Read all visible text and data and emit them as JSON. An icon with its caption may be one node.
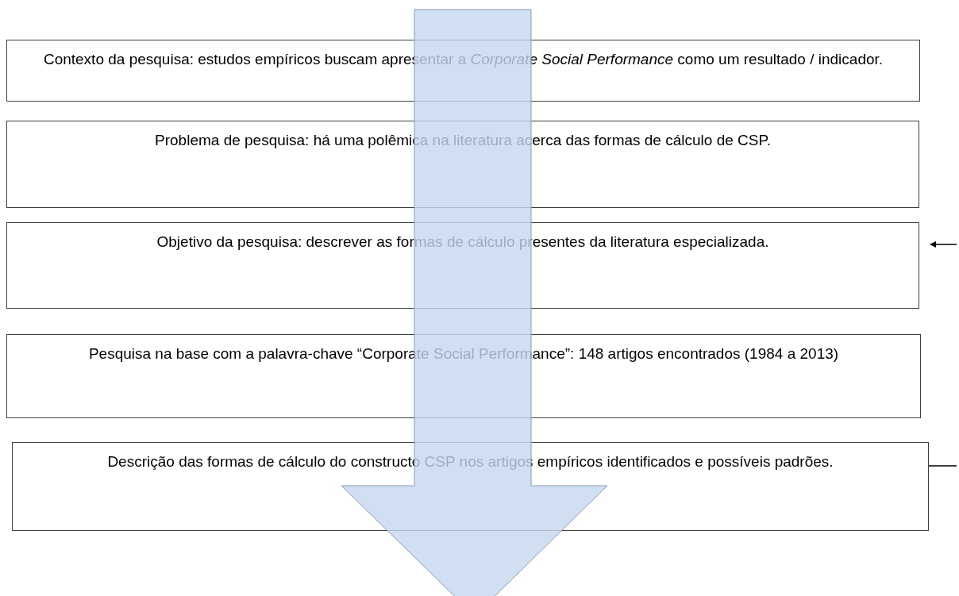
{
  "diagram": {
    "nodes": [
      {
        "text": [
          "Contexto da pesquisa: estudos empíricos buscam apresentar a *Corporate Social Performance* como um resultado / indicador."
        ]
      },
      {
        "text": [
          "Problema de pesquisa: há uma polêmica na literatura acerca das formas de cálculo de CSP."
        ]
      },
      {
        "text": [
          "Objetivo da pesquisa: descrever as formas de cálculo presentes da literatura especializada."
        ]
      },
      {
        "text": [
          "Pesquisa na base com a palavra-chave “Corporate Social Performance”: 148 artigos encontrados (1984 a 2013)"
        ]
      },
      {
        "text": [
          "Descrição das formas de cálculo do constructo CSP nos artigos empíricos identificados e possíveis padrões."
        ]
      }
    ],
    "edges": [
      {
        "from": null,
        "to": 2,
        "arrow": "to"
      },
      {
        "from": 4,
        "to": null,
        "arrow": "none"
      }
    ]
  }
}
